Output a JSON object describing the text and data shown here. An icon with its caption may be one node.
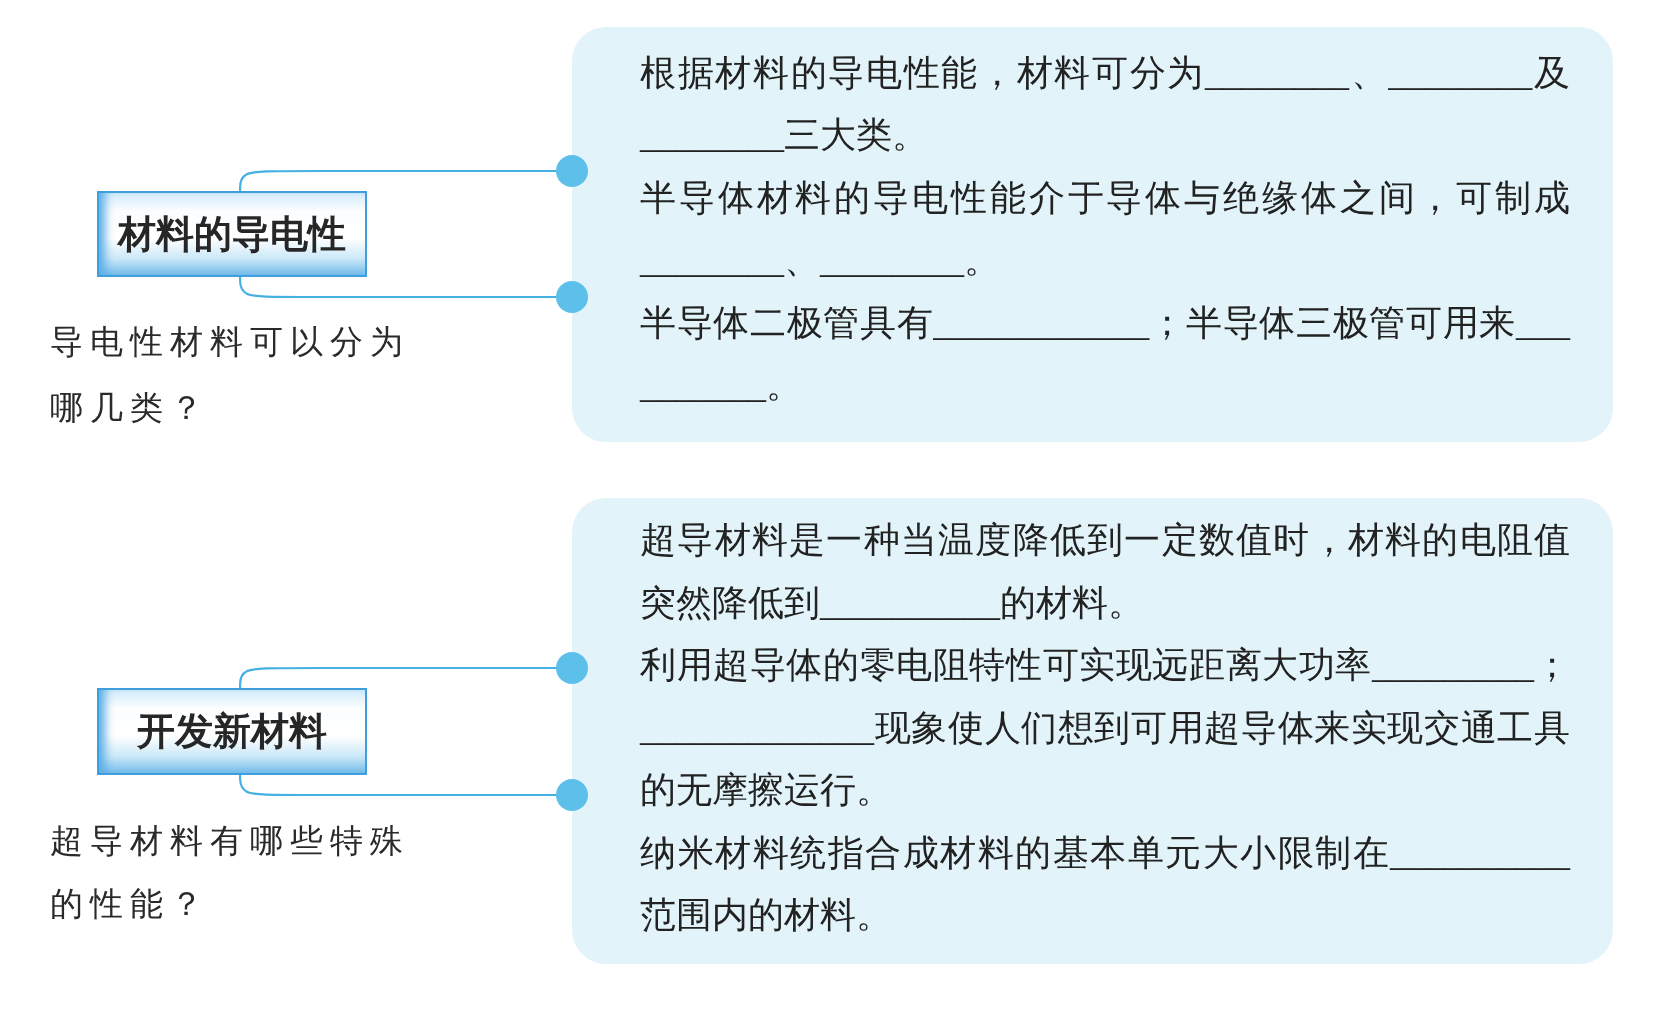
{
  "diagram": {
    "nodes": [
      {
        "text": [
          "材料的导电性"
        ],
        "beside": [
          "导电性材料可以分为哪几类？"
        ]
      },
      {
        "text": [
          "根据材料的导电性能，材料可分为________、________及________三大类。",
          "半导体材料的导电性能介于导体与绝缘体之间，可制成________、________。",
          "半导体二极管具有____________；半导体三极管可用来__________。"
        ]
      },
      {
        "text": [
          "开发新材料"
        ],
        "beside": [
          "超导材料有哪些特殊的性能？"
        ]
      },
      {
        "text": [
          "超导材料是一种当温度降低到一定数值时，材料的电阻值突然降低到__________的材料。",
          "利用超导体的零电阻特性可实现远距离大功率_________；_____________现象使人们想到可用超导体来实现交通工具的无摩擦运行。",
          "纳米材料统指合成材料的基本单元大小限制在__________范围内的材料。"
        ]
      }
    ],
    "edges": [
      {
        "from": 0,
        "to": 1,
        "arrow": "other"
      },
      {
        "from": 0,
        "to": 1,
        "arrow": "other"
      },
      {
        "from": 2,
        "to": 3,
        "arrow": "other"
      },
      {
        "from": 2,
        "to": 3,
        "arrow": "other"
      }
    ]
  }
}
